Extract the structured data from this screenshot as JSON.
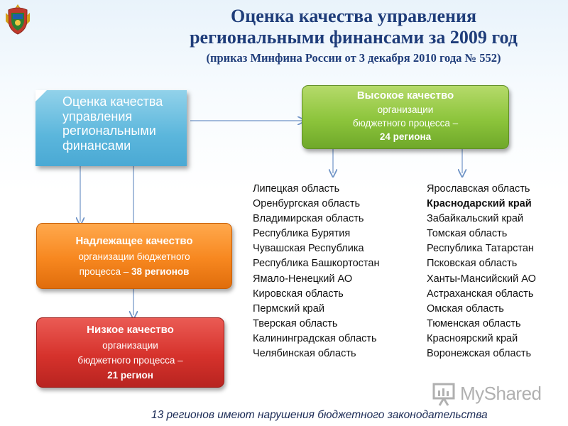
{
  "title": {
    "line1": "Оценка качества управления",
    "line2": "региональными финансами за 2009 год",
    "line3": "(приказ Минфина России от 3 декабря 2010 года № 552)"
  },
  "main_box": {
    "text": "Оценка качества управления региональными финансами"
  },
  "high_quality": {
    "heading": "Высокое качество",
    "line1": "организации",
    "line2": "бюджетного процесса –",
    "count": "24 региона"
  },
  "proper_quality": {
    "heading": "Надлежащее качество",
    "line1": "организации бюджетного",
    "line2_prefix": "процесса – ",
    "count": "38 регионов"
  },
  "low_quality": {
    "heading": "Низкое качество",
    "line1": "организации",
    "line2": "бюджетного процесса –",
    "count": "21 регион"
  },
  "regions_left": [
    "Липецкая область",
    "Оренбургская область",
    "Владимирская область",
    "Республика Бурятия",
    "Чувашская Республика",
    "Республика Башкортостан",
    "Ямало-Ненецкий АО",
    "Кировская область",
    "Пермский край",
    "Тверская область",
    "Калининградская область",
    "Челябинская область"
  ],
  "regions_right": [
    "Ярославская область",
    "Краснодарский край",
    "Забайкальский край",
    "Томская область",
    "Республика Татарстан",
    "Псковская область",
    "Ханты-Мансийский АО",
    "Астраханская область",
    "Омская область",
    "Тюменская область",
    "Красноярский край",
    "Воронежская область"
  ],
  "highlighted_region": "Краснодарский край",
  "footer": "13 регионов имеют нарушения бюджетного законодательства",
  "watermark": "MyShared",
  "colors": {
    "title": "#1f3d7a",
    "main_box": "#5bb6dc",
    "high": "#8cc43b",
    "proper": "#f7871f",
    "low": "#d6322c",
    "connector": "#6f93c6"
  }
}
